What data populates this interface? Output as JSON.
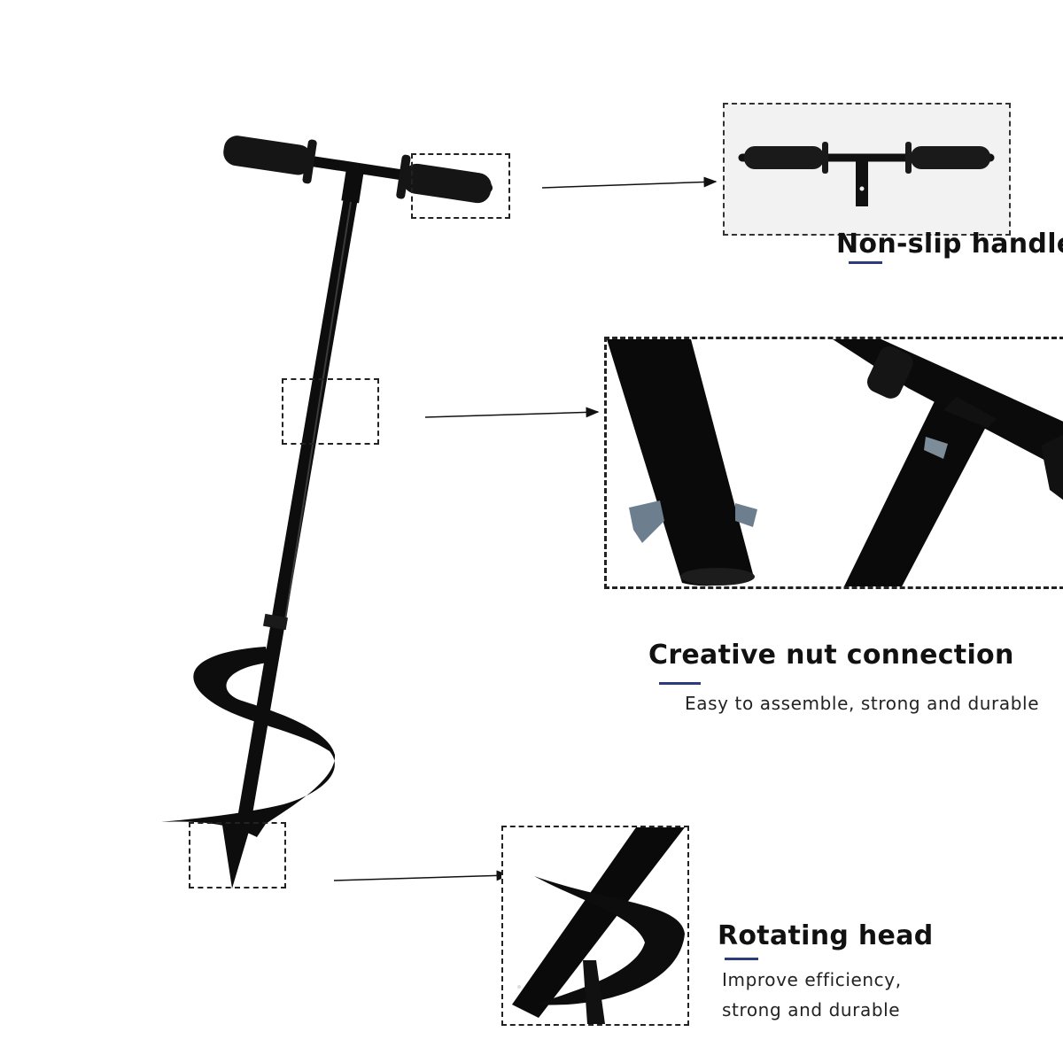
{
  "colors": {
    "accent_underline": "#2a3d7a",
    "tool_black": "#0d0d0d",
    "dashed_border": "#222222"
  },
  "callouts": [
    {
      "id": "handle",
      "title": "Non-slip handle",
      "subtitle": ""
    },
    {
      "id": "nut",
      "title": "Creative nut connection",
      "subtitle": "Easy to assemble, strong and durable"
    },
    {
      "id": "head",
      "title": "Rotating head",
      "subtitle_line1": "Improve efficiency,",
      "subtitle_line2": "strong and durable"
    }
  ],
  "icons": [
    "auger-tool-illustration",
    "handle-detail-photo",
    "nut-connection-detail-photo",
    "auger-head-detail-photo",
    "arrow-icon"
  ]
}
